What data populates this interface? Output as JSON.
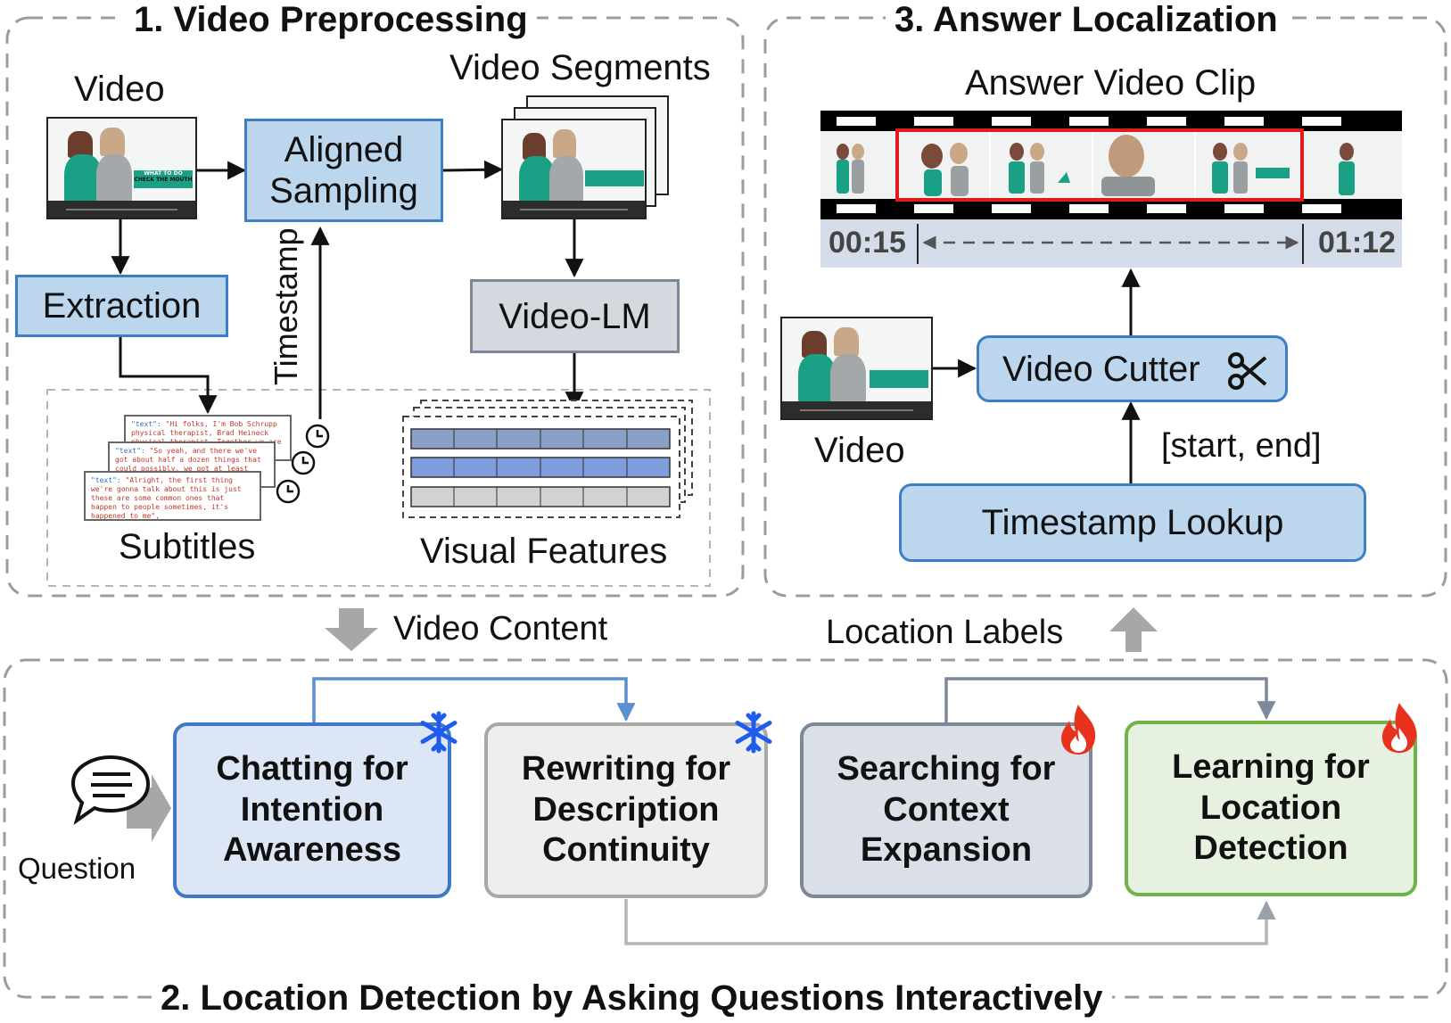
{
  "preprocessing": {
    "title": "1. Video Preprocessing",
    "video_label": "Video",
    "segments_label": "Video Segments",
    "aligned_sampling": "Aligned Sampling",
    "extraction": "Extraction",
    "timestamp": "Timestamp",
    "video_lm": "Video-LM",
    "subtitles": "Subtitles",
    "visual_features": "Visual Features",
    "subtitle_lines": [
      {
        "key": "\"text\":",
        "text": " \"Hi folks, I'm Bob Schrupp physical therapist, Brad Heineck physical therapist. Together we are the most famous physical"
      },
      {
        "key": "\"text\":",
        "text": " \"So yeah, and there we've got about half a dozen things that could possibly, we got at least seven. Well actually we got"
      },
      {
        "key": "\"text\":",
        "text": " \"Alright, the first thing we're gonna talk about this is just these are some common ones that happen to people sometimes, it's happened to me\","
      }
    ]
  },
  "localization": {
    "title": "3. Answer Localization",
    "clip_label": "Answer Video Clip",
    "start_time": "00:15",
    "end_time": "01:12",
    "video_label": "Video",
    "video_cutter": "Video Cutter",
    "range_label": "[start, end]",
    "timestamp_lookup": "Timestamp Lookup"
  },
  "flow": {
    "video_content": "Video Content",
    "location_labels": "Location Labels"
  },
  "detection": {
    "title": "2. Location Detection by Asking Questions Interactively",
    "question": "Question",
    "stages": [
      {
        "line1": "Chatting for",
        "line2": "Intention",
        "line3": "Awareness",
        "badge": "snowflake-icon"
      },
      {
        "line1": "Rewriting for",
        "line2": "Description",
        "line3": "Continuity",
        "badge": "snowflake-icon"
      },
      {
        "line1": "Searching for",
        "line2": "Context",
        "line3": "Expansion",
        "badge": "fire-icon"
      },
      {
        "line1": "Learning for",
        "line2": "Location",
        "line3": "Detection",
        "badge": "fire-icon"
      }
    ]
  },
  "thumbnail": {
    "banner_line1": "WHAT TO DO",
    "banner_line2": "CHECK THE MOUTH"
  },
  "colors": {
    "blue_fill": "#bcd6ee",
    "blue_border": "#3d7fc4",
    "grey_fill": "#d4d9e0",
    "grey_border": "#7d8896",
    "chat_fill": "#dce6f5",
    "chat_border": "#3f78c8",
    "rewrite_fill": "#eeeeee",
    "rewrite_border": "#a8a8a8",
    "search_fill": "#dbe0e8",
    "search_border": "#7d8898",
    "learn_fill": "#e6f1df",
    "learn_border": "#6fb34a",
    "highlight": "#e11b1b",
    "snowflake": "#1e5cf0",
    "fire": "#e8321e"
  }
}
